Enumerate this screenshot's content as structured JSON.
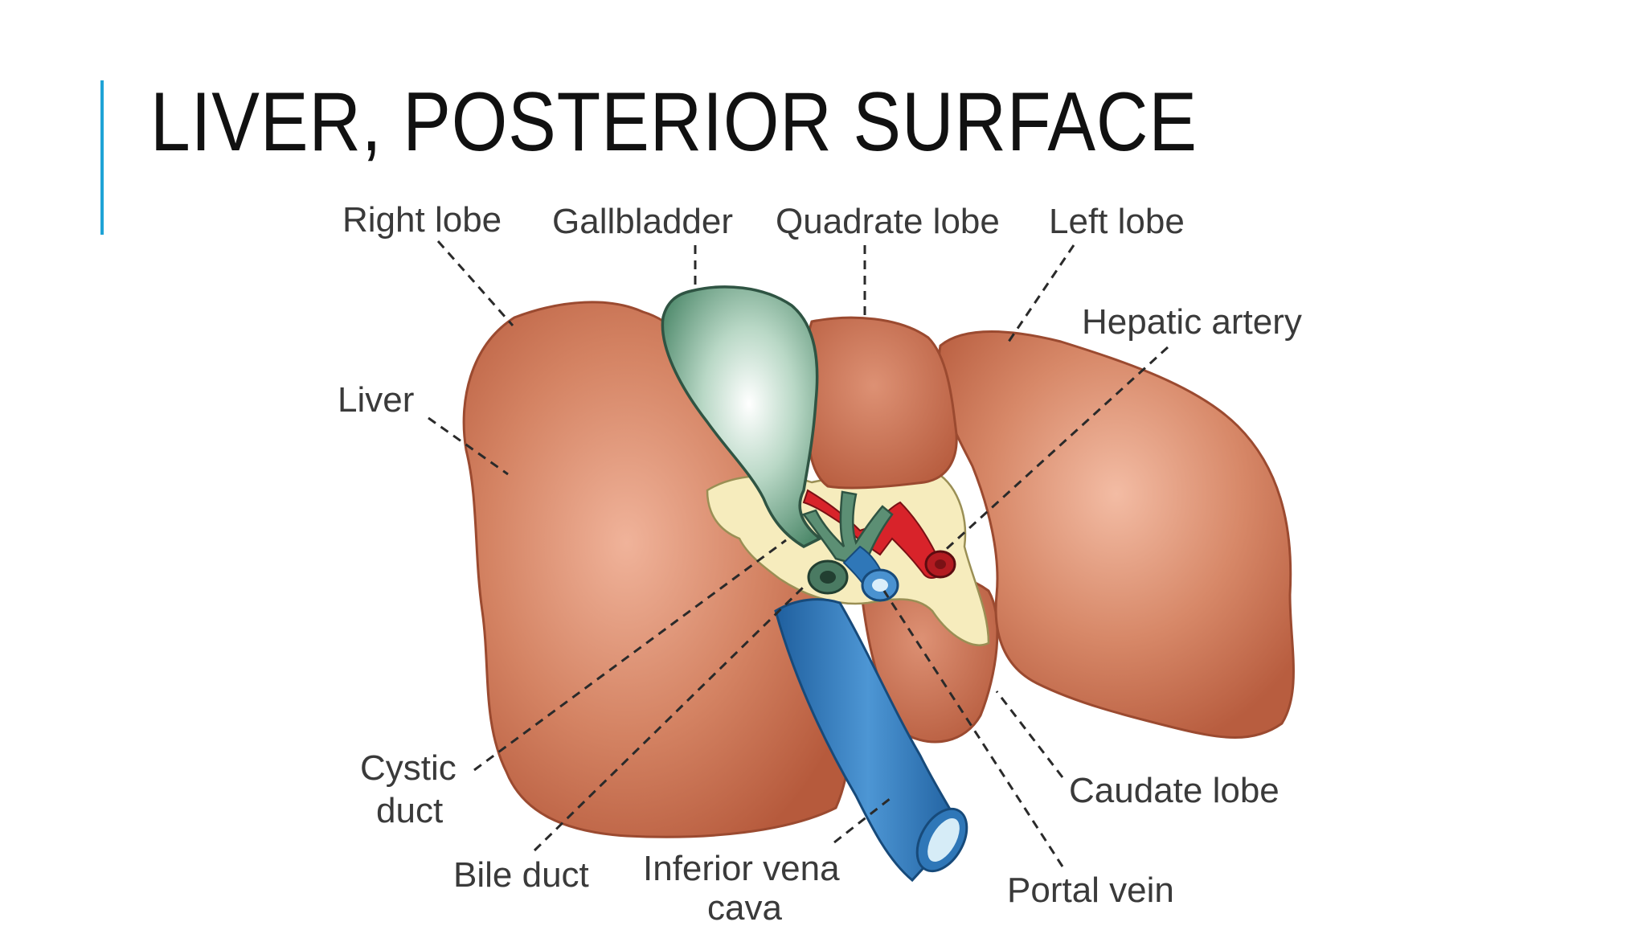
{
  "slide": {
    "title": "LIVER, POSTERIOR SURFACE",
    "accent_color": "#1fa3d6"
  },
  "figure": {
    "labels": {
      "right_lobe": "Right lobe",
      "gallbladder": "Gallbladder",
      "quadrate_lobe": "Quadrate lobe",
      "left_lobe": "Left lobe",
      "hepatic_artery": "Hepatic artery",
      "liver": "Liver",
      "cystic_duct_line1": "Cystic",
      "cystic_duct_line2": "duct",
      "bile_duct": "Bile duct",
      "ivc_line1": "Inferior vena",
      "ivc_line2": "cava",
      "caudate_lobe": "Caudate lobe",
      "portal_vein": "Portal vein"
    },
    "colors": {
      "liver": "#c2694a",
      "liver_light": "#eba58a",
      "gallbladder": "#6fa58a",
      "fat": "#f6ecbd",
      "artery": "#d8232a",
      "vein": "#2f77b8",
      "bile": "#4a7a62"
    }
  }
}
